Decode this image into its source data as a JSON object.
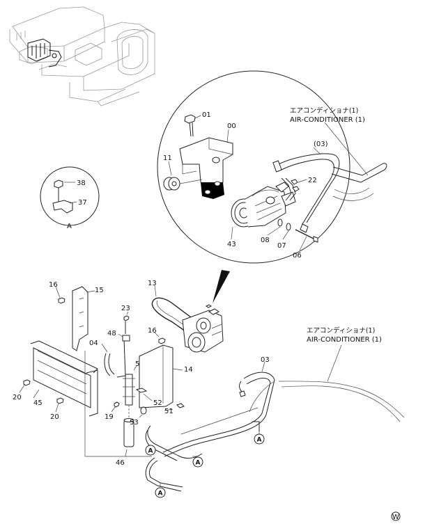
{
  "labels": {
    "p01": "01",
    "p00": "00",
    "p03_paren": "(03)",
    "p11": "11",
    "p22": "22",
    "p43": "43",
    "p08": "08",
    "p07": "07",
    "p06": "06",
    "p38": "38",
    "p37": "37",
    "pA_detail": "A",
    "p16a": "16",
    "p15": "15",
    "p13": "13",
    "p23": "23",
    "p48": "48",
    "p16b": "16",
    "p04": "04",
    "p54": "54",
    "p14": "14",
    "p20a": "20",
    "p45": "45",
    "p20b": "20",
    "p19": "19",
    "p52": "52",
    "p53": "53",
    "p51": "51",
    "p46": "46",
    "p03": "03"
  },
  "callouts": {
    "top": {
      "jp": "エアコンディショナ(1)",
      "en": "AIR-CONDITIONER (1)"
    },
    "bottom": {
      "jp": "エアコンディショナ(1)",
      "en": "AIR-CONDITIONER (1)"
    }
  },
  "refs": [
    "A",
    "A",
    "A",
    "A"
  ],
  "corner_mark": "W"
}
